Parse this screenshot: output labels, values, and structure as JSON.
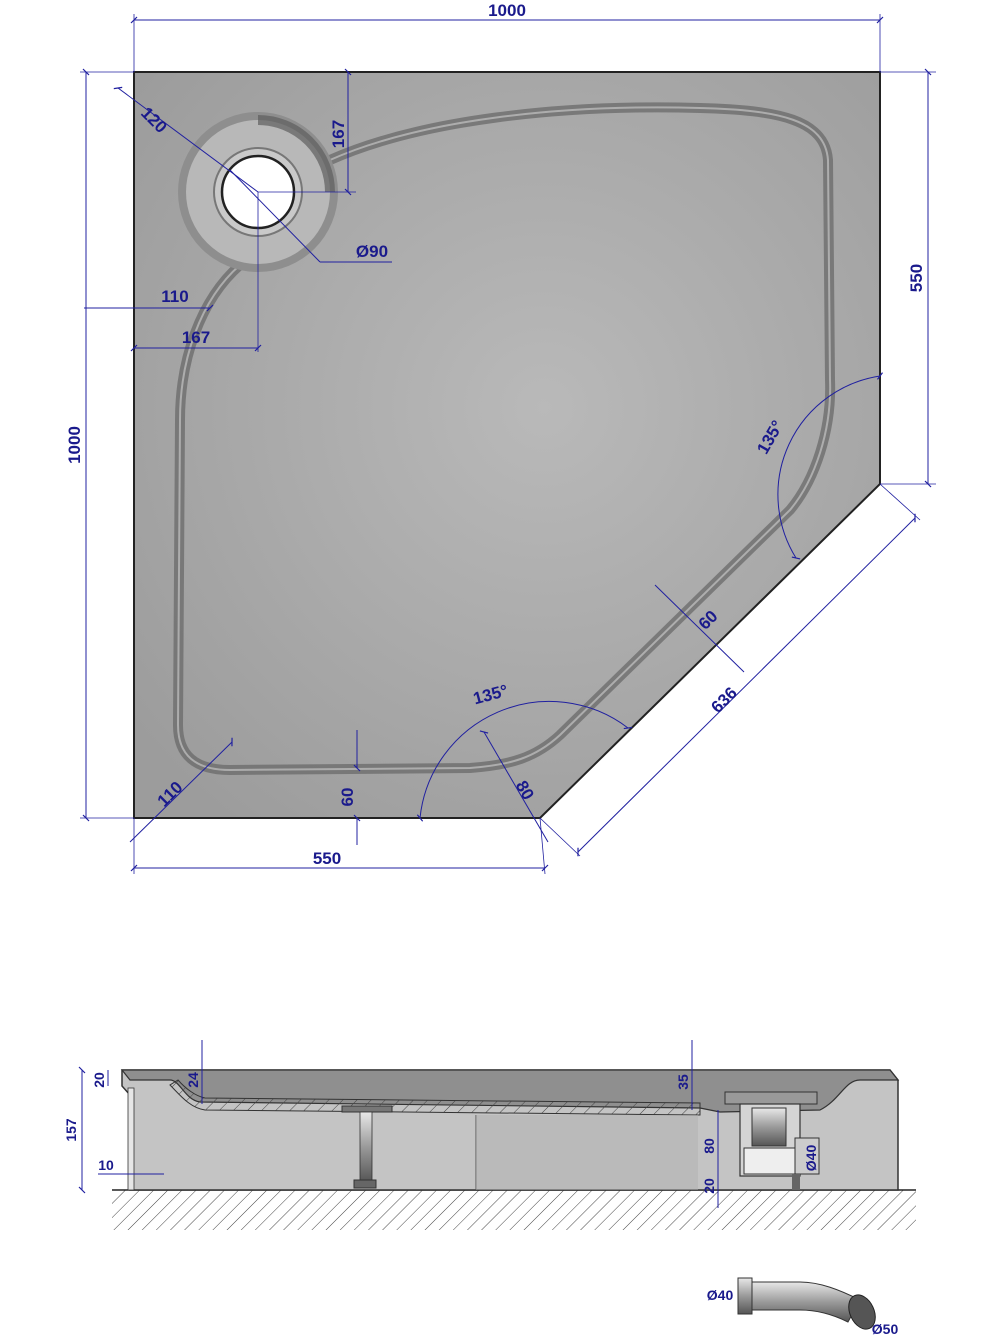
{
  "top_view": {
    "dims": {
      "overall_width": "1000",
      "overall_depth": "1000",
      "right_side": "550",
      "bottom_side": "550",
      "diagonal": "636",
      "waste_offset_x_inner": "110",
      "waste_offset_x_outer": "167",
      "waste_offset_y": "167",
      "waste_corner": "120",
      "waste_diameter": "Ø90",
      "rim_bottom": "60",
      "rim_diagonal": "60",
      "corner_rim": "110",
      "corner_rim_right": "80",
      "angle_upper": "135°",
      "angle_lower": "135°"
    }
  },
  "section_view": {
    "dims": {
      "rim_height": "20",
      "total_height": "157",
      "floor_offset": "10",
      "depth_left": "24",
      "depth_right": "35",
      "trap_height": "80",
      "trap_floor": "20",
      "trap_diameter": "Ø40"
    }
  },
  "pipe_view": {
    "dims": {
      "inlet_diameter": "Ø40",
      "outlet_diameter": "Ø50"
    }
  },
  "colors": {
    "tray_fill": "#a8a8a8",
    "dimension_ink": "#1a1a8c",
    "outline": "#222222"
  }
}
